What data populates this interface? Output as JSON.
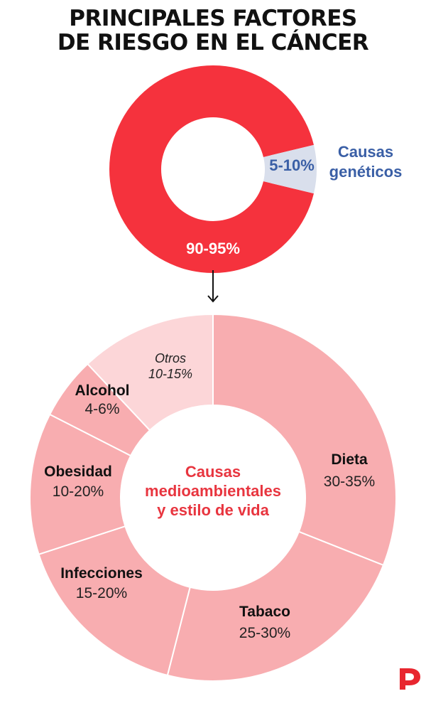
{
  "title_lines": [
    "PRINCIPALES FACTORES",
    "DE RIESGO EN EL CÁNCER"
  ],
  "colors": {
    "environmental": "#f5323d",
    "genetic": "#d9dfec",
    "genetic_text": "#3a5fa6",
    "category_fill": "#f8adb0",
    "other_fill": "#fcd6d8",
    "center_text": "#e8353f",
    "logo": "#e8262f"
  },
  "logo_icon": "p-logo-icon",
  "arrow_icon": "arrow-down-icon",
  "chart_data": [
    {
      "type": "pie",
      "donut": true,
      "slices": [
        {
          "label": "90-95%",
          "value": 92.5
        },
        {
          "label": "5-10%",
          "value": 7.5,
          "name": "Causas genéticos",
          "name_lines": [
            "Causas",
            "genéticos"
          ]
        }
      ]
    },
    {
      "type": "pie",
      "donut": true,
      "center_label_lines": [
        "Causas",
        "medioambientales",
        "y estilo de vida"
      ],
      "slices": [
        {
          "name": "Dieta",
          "range": "30-35%",
          "value": 31
        },
        {
          "name": "Tabaco",
          "range": "25-30%",
          "value": 23
        },
        {
          "name": "Infecciones",
          "range": "15-20%",
          "value": 16
        },
        {
          "name": "Obesidad",
          "range": "10-20%",
          "value": 12.5
        },
        {
          "name": "Alcohol",
          "range": "4-6%",
          "value": 5.5
        },
        {
          "name": "Otros",
          "range": "10-15%",
          "value": 12,
          "style": "other"
        }
      ]
    }
  ]
}
